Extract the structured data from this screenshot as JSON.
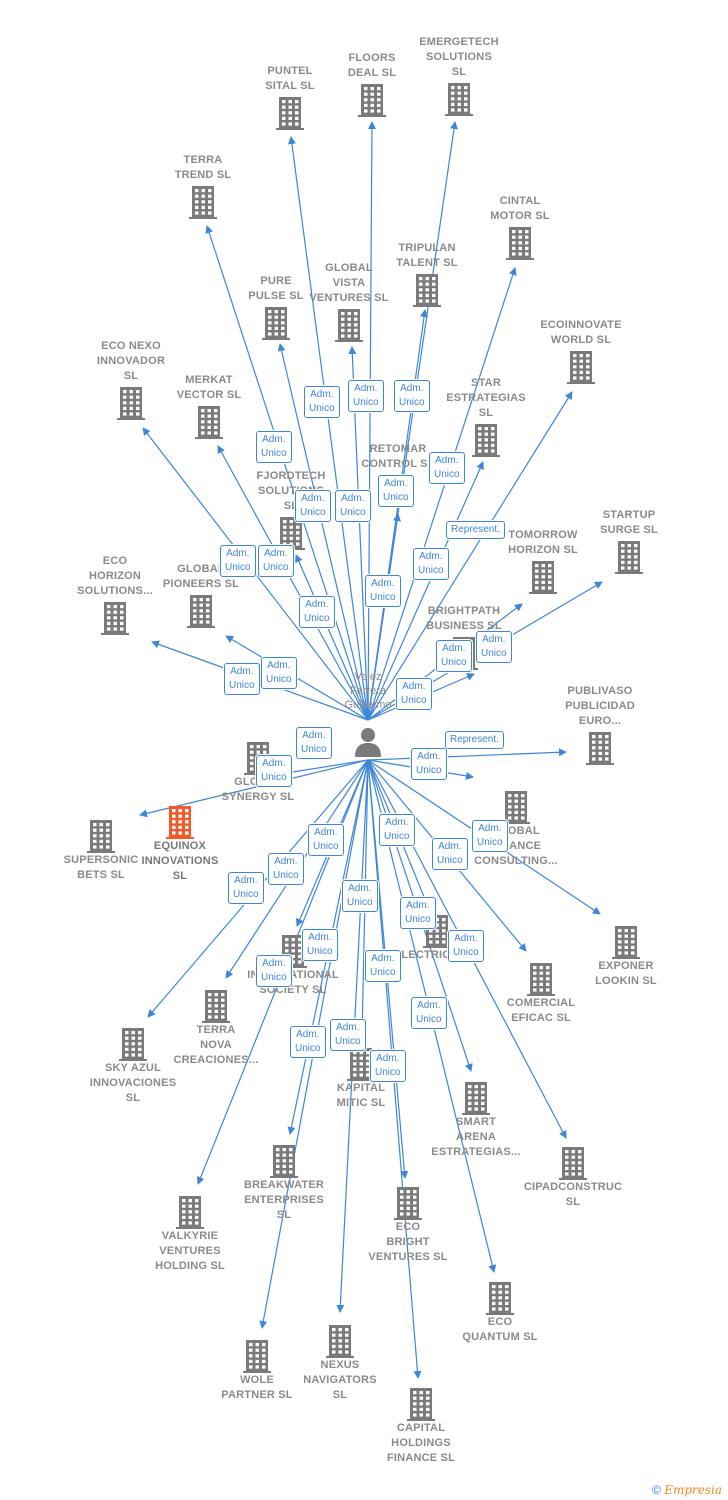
{
  "center": {
    "label": "Velez\nFerrera\nGuillermo"
  },
  "nodes": [
    {
      "id": "puntel",
      "label": "PUNTEL\nSITAL SL"
    },
    {
      "id": "floors",
      "label": "FLOORS\nDEAL SL"
    },
    {
      "id": "emergetech",
      "label": "EMERGETECH\nSOLUTIONS\nSL"
    },
    {
      "id": "terra_trend",
      "label": "TERRA\nTREND SL"
    },
    {
      "id": "cintal",
      "label": "CINTAL\nMOTOR SL"
    },
    {
      "id": "tripulan",
      "label": "TRIPULAN\nTALENT SL"
    },
    {
      "id": "pure_pulse",
      "label": "PURE\nPULSE SL"
    },
    {
      "id": "global_vista",
      "label": "GLOBAL\nVISTA\nVENTURES SL"
    },
    {
      "id": "ecoinnovate",
      "label": "ECOINNOVATE\nWORLD SL"
    },
    {
      "id": "eco_nexo",
      "label": "ECO NEXO\nINNOVADOR\nSL"
    },
    {
      "id": "merkat",
      "label": "MERKAT\nVECTOR SL"
    },
    {
      "id": "star",
      "label": "STAR\nESTRATEGIAS\nSL"
    },
    {
      "id": "retomar",
      "label": "RETOMAR\nCONTROL SL"
    },
    {
      "id": "fjordtech",
      "label": "FJORDTECH\nSOLUTIONS\nSL"
    },
    {
      "id": "startup",
      "label": "STARTUP\nSURGE SL"
    },
    {
      "id": "tomorrow",
      "label": "TOMORROW\nHORIZON SL"
    },
    {
      "id": "eco_horizon",
      "label": "ECO\nHORIZON\nSOLUTIONS..."
    },
    {
      "id": "global_pioneers",
      "label": "GLOBAL\nPIONEERS SL"
    },
    {
      "id": "brightpath",
      "label": "BRIGHTPATH\nBUSINESS SL"
    },
    {
      "id": "publivaso",
      "label": "PUBLIVASO\nPUBLICIDAD\nEURO..."
    },
    {
      "id": "global_synergy",
      "label": "GLOBAL\nSYNERGY SL"
    },
    {
      "id": "equinox",
      "label": "EQUINOX\nINNOVATIONS\nSL",
      "highlight": true
    },
    {
      "id": "supersonic",
      "label": "SUPERSONIC\nBETS SL"
    },
    {
      "id": "global_finance",
      "label": "GLOBAL\nFINANCE\nCONSULTING..."
    },
    {
      "id": "exponer",
      "label": "EXPONER\nLOOKIN SL"
    },
    {
      "id": "international",
      "label": "INTERNATIONAL\nSOCIETY SL"
    },
    {
      "id": "electric",
      "label": "ELECTRIC VIBE"
    },
    {
      "id": "comercial",
      "label": "COMERCIAL\nEFICAC SL"
    },
    {
      "id": "terra_nova",
      "label": "TERRA\nNOVA\nCREACIONES..."
    },
    {
      "id": "sky_azul",
      "label": "SKY AZUL\nINNOVACIONES\nSL"
    },
    {
      "id": "kapital",
      "label": "KAPITAL\nMITIC SL"
    },
    {
      "id": "smart_arena",
      "label": "SMART\nARENA\nESTRATEGIAS..."
    },
    {
      "id": "cipad",
      "label": "CIPADCONSTRUC\nSL"
    },
    {
      "id": "breakwater",
      "label": "BREAKWATER\nENTERPRISES\nSL"
    },
    {
      "id": "eco_bright",
      "label": "ECO\nBRIGHT\nVENTURES SL"
    },
    {
      "id": "valkyrie",
      "label": "VALKYRIE\nVENTURES\nHOLDING SL"
    },
    {
      "id": "eco_quantum",
      "label": "ECO\nQUANTUM SL"
    },
    {
      "id": "wole",
      "label": "WOLE\nPARTNER SL"
    },
    {
      "id": "nexus",
      "label": "NEXUS\nNAVIGATORS\nSL"
    },
    {
      "id": "capital",
      "label": "CAPITAL\nHOLDINGS\nFINANCE SL"
    }
  ],
  "edges": [
    {
      "to": "puntel",
      "label": "Adm.\nUnico"
    },
    {
      "to": "floors",
      "label": "Adm.\nUnico"
    },
    {
      "to": "emergetech",
      "label": "Adm.\nUnico"
    },
    {
      "to": "terra_trend",
      "label": "Adm.\nUnico"
    },
    {
      "to": "cintal",
      "label": "Adm.\nUnico"
    },
    {
      "to": "tripulan",
      "label": "Adm.\nUnico"
    },
    {
      "to": "pure_pulse",
      "label": "Adm.\nUnico"
    },
    {
      "to": "global_vista",
      "label": "Adm.\nUnico"
    },
    {
      "to": "ecoinnovate",
      "label": "Represent."
    },
    {
      "to": "eco_nexo",
      "label": "Adm.\nUnico"
    },
    {
      "to": "merkat",
      "label": "Adm.\nUnico"
    },
    {
      "to": "star",
      "label": "Adm.\nUnico"
    },
    {
      "to": "retomar",
      "label": "Adm.\nUnico"
    },
    {
      "to": "fjordtech",
      "label": "Adm.\nUnico"
    },
    {
      "to": "startup",
      "label": "Adm.\nUnico"
    },
    {
      "to": "tomorrow",
      "label": "Adm.\nUnico"
    },
    {
      "to": "eco_horizon",
      "label": "Adm.\nUnico"
    },
    {
      "to": "global_pioneers",
      "label": "Adm.\nUnico"
    },
    {
      "to": "brightpath",
      "label": "Adm.\nUnico"
    },
    {
      "to": "publivaso",
      "label": "Represent."
    },
    {
      "to": "global_synergy",
      "label": "Adm.\nUnico"
    },
    {
      "to": "supersonic",
      "label": "Adm.\nUnico"
    },
    {
      "to": "global_finance",
      "label": "Adm.\nUnico"
    },
    {
      "to": "exponer",
      "label": "Adm.\nUnico"
    },
    {
      "to": "international",
      "label": "Adm.\nUnico"
    },
    {
      "to": "electric",
      "label": "Adm.\nUnico"
    },
    {
      "to": "comercial",
      "label": "Adm.\nUnico"
    },
    {
      "to": "terra_nova",
      "label": "Adm.\nUnico"
    },
    {
      "to": "sky_azul",
      "label": "Adm.\nUnico"
    },
    {
      "to": "kapital",
      "label": "Adm.\nUnico"
    },
    {
      "to": "smart_arena",
      "label": "Adm.\nUnico"
    },
    {
      "to": "cipad",
      "label": "Adm.\nUnico"
    },
    {
      "to": "breakwater",
      "label": "Adm.\nUnico"
    },
    {
      "to": "eco_bright",
      "label": "Adm.\nUnico"
    },
    {
      "to": "valkyrie",
      "label": "Adm.\nUnico"
    },
    {
      "to": "eco_quantum",
      "label": "Adm.\nUnico"
    },
    {
      "to": "wole",
      "label": "Adm.\nUnico"
    },
    {
      "to": "nexus",
      "label": "Adm.\nUnico"
    },
    {
      "to": "capital",
      "label": "Adm.\nUnico"
    }
  ],
  "colors": {
    "edge": "#3f86d9",
    "building": "#7a7a7a",
    "highlight": "#f05a28",
    "person": "#7a7a7a"
  },
  "footer": {
    "copyright": "©",
    "brand": "Empresia"
  }
}
